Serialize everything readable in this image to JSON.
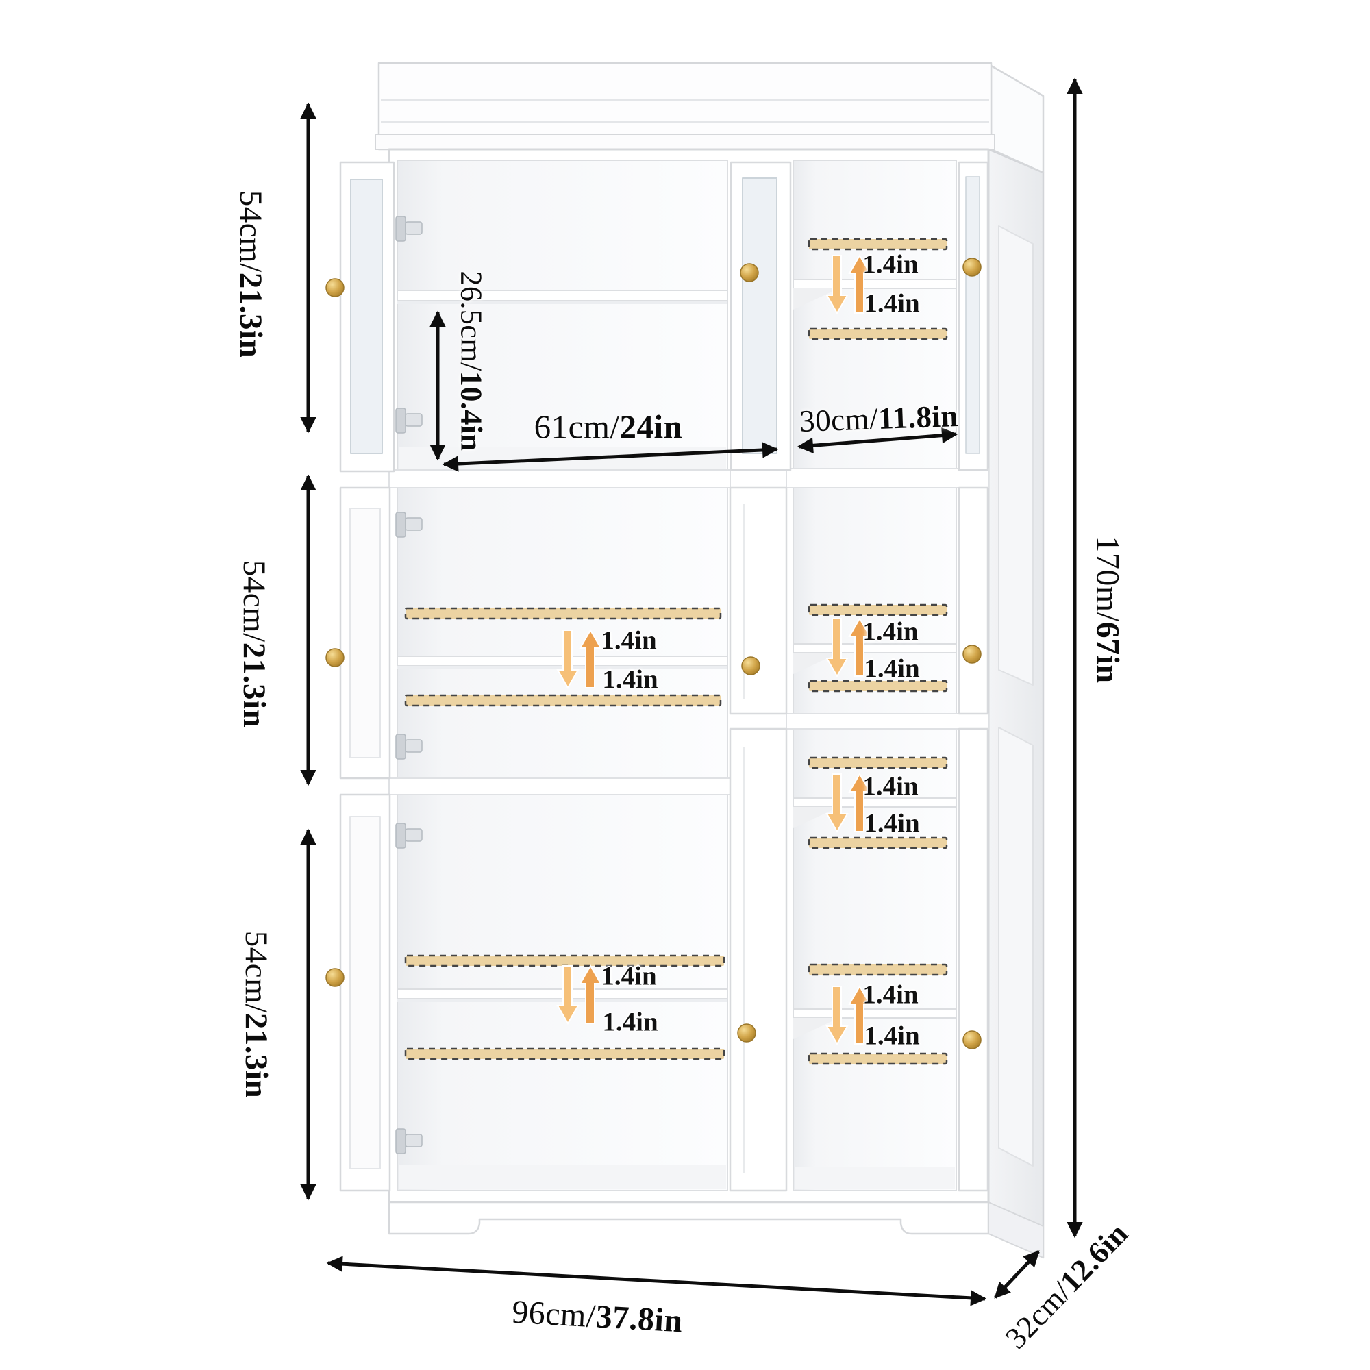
{
  "diagram": {
    "type": "product-dimension-diagram",
    "subject": "white-pantry-storage-cabinet-with-adjustable-shelves",
    "colors": {
      "background": "#ffffff",
      "dimension_line": "#0d0d0d",
      "cabinet_outline": "#d6d8db",
      "shelf_slot_fill": "#ecd3a2",
      "shelf_slot_dash": "#454545",
      "adjust_arrow_orange": "#f3b671",
      "knob_gold": "#c99c40",
      "glass_tint": "#edf1f5"
    },
    "dimension_labels": {
      "section_height_top": {
        "metric": "54cm/",
        "imperial": "21.3in"
      },
      "section_height_middle": {
        "metric": "54cm/",
        "imperial": "21.3in"
      },
      "section_height_bottom": {
        "metric": "54cm/",
        "imperial": "21.3in"
      },
      "top_inner_height": {
        "metric": "26.5cm/",
        "imperial": "10.4in"
      },
      "left_compartment_width": {
        "metric": "61cm/",
        "imperial": "24in"
      },
      "right_compartment_width": {
        "metric": "30cm/",
        "imperial": "11.8in"
      },
      "overall_height": {
        "metric": "170m/",
        "imperial": "67in"
      },
      "overall_width": {
        "metric": "96cm/",
        "imperial": "37.8in"
      },
      "overall_depth": {
        "metric": "32cm/",
        "imperial": "12.6in"
      }
    },
    "shelf_adjustment": {
      "step_label": "1.4in",
      "label_count": 12,
      "adjustable_shelf_groups": 6
    }
  }
}
